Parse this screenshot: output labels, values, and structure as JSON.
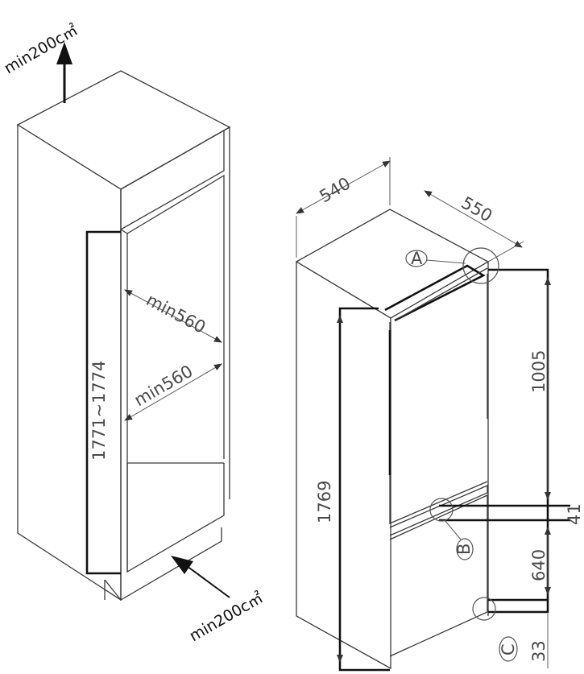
{
  "cabinet": {
    "vent_top_label": "min200c㎡",
    "vent_bottom_label": "min200c㎡",
    "height_label": "1771~1774",
    "width_label_upper": "min560",
    "width_label_lower": "min560"
  },
  "fridge": {
    "width_label": "540",
    "depth_label": "550",
    "height_label": "1769",
    "upper_dim_label": "1005",
    "lower_dim_label": "640",
    "gap_label": "41",
    "bottom_dim_label": "33",
    "callout_a": "A",
    "callout_b": "B",
    "callout_c": "C"
  }
}
